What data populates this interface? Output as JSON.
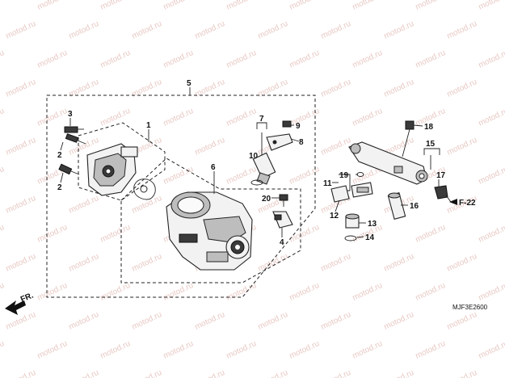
{
  "diagram": {
    "watermark": "motod.ru",
    "callouts": [
      "1",
      "2",
      "2",
      "3",
      "4",
      "5",
      "6",
      "7",
      "8",
      "9",
      "10",
      "11",
      "12",
      "13",
      "14",
      "15",
      "16",
      "17",
      "18",
      "19",
      "20"
    ],
    "reference_label": "F-22",
    "direction_label": "FR.",
    "figure_code": "MJF3E2600"
  }
}
